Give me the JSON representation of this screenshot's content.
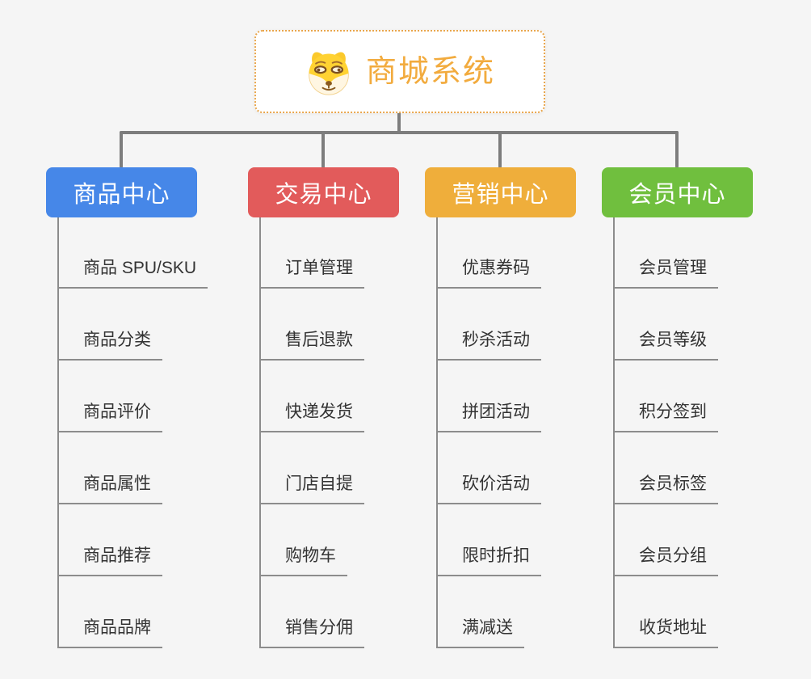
{
  "app": {
    "background_color": "#f5f5f5",
    "connector_color": "#7d7d7d",
    "tree_line_color": "#8c8c8c",
    "leaf_text_color": "#333333"
  },
  "root": {
    "title": "商城系统",
    "title_color": "#f2ab3e",
    "border_color": "#e9a64c",
    "icon": "doge-icon"
  },
  "branches": [
    {
      "label": "商品中心",
      "color": "#4687e8",
      "children": [
        "商品 SPU/SKU",
        "商品分类",
        "商品评价",
        "商品属性",
        "商品推荐",
        "商品品牌"
      ]
    },
    {
      "label": "交易中心",
      "color": "#e25b5b",
      "children": [
        "订单管理",
        "售后退款",
        "快递发货",
        "门店自提",
        "购物车",
        "销售分佣"
      ]
    },
    {
      "label": "营销中心",
      "color": "#efae3b",
      "children": [
        "优惠券码",
        "秒杀活动",
        "拼团活动",
        "砍价活动",
        "限时折扣",
        "满减送"
      ]
    },
    {
      "label": "会员中心",
      "color": "#70bf3e",
      "children": [
        "会员管理",
        "会员等级",
        "积分签到",
        "会员标签",
        "会员分组",
        "收货地址"
      ]
    }
  ]
}
